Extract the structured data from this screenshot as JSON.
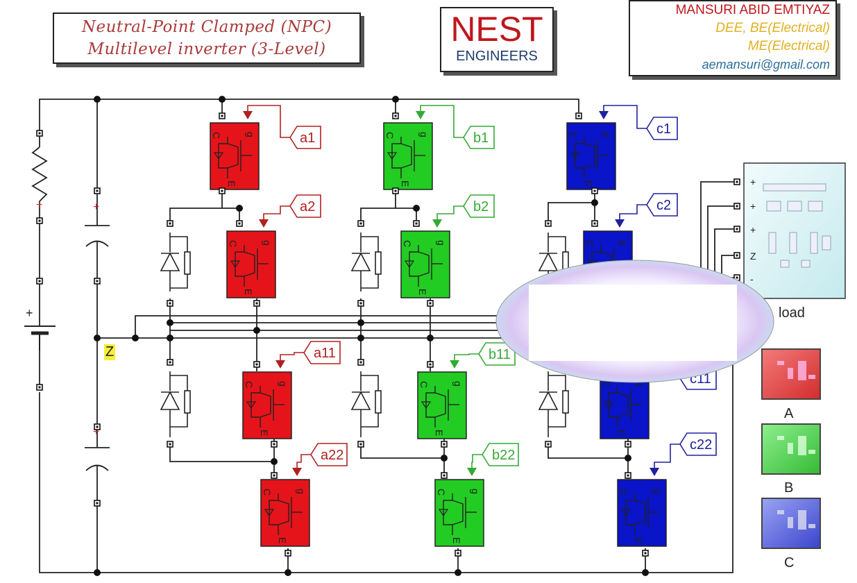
{
  "title": {
    "line1": "Neutral-Point Clamped (NPC)",
    "line2": "Multilevel inverter (3-Level)"
  },
  "brand": {
    "name": "NEST",
    "sub": "ENGINEERS"
  },
  "author": {
    "name": "MANSURI ABID EMTIYAZ",
    "degree1": "DEE, BE(Electrical)",
    "degree2": "ME(Electrical)",
    "email": "aemansuri@gmail.com"
  },
  "labels": {
    "neutral": "Z",
    "load": "load",
    "subsystem_a": "A",
    "subsystem_b": "B",
    "subsystem_c": "C"
  },
  "gotos": {
    "a1": "a1",
    "a2": "a2",
    "a11": "a11",
    "a22": "a22",
    "b1": "b1",
    "b2": "b2",
    "b11": "b11",
    "b22": "b22",
    "c1": "c1",
    "c2": "c2",
    "c11": "c11",
    "c22": "c22"
  },
  "igbt_pins": {
    "c": "C",
    "g": "g",
    "e": "E"
  },
  "load_ports": {
    "p1": "+",
    "p2": "+",
    "p3": "+",
    "z": "Z",
    "m": "-"
  },
  "source_signs": {
    "plus": "+"
  },
  "colors": {
    "phase_a": "#e5141a",
    "phase_b": "#22cc22",
    "phase_c": "#0a14c8",
    "title_text": "#a93a3a",
    "brand_red": "#c0161c",
    "brand_blue": "#1f3d6e",
    "degree_text": "#e2b020",
    "email_text": "#2a6e9a",
    "goto_a": "#b02020",
    "goto_b": "#33aa33",
    "goto_c": "#2020a0"
  },
  "icons": [
    "igbt-icon",
    "diode-icon",
    "resistor-icon",
    "capacitor-icon",
    "dc-source-icon",
    "goto-tag-icon"
  ]
}
